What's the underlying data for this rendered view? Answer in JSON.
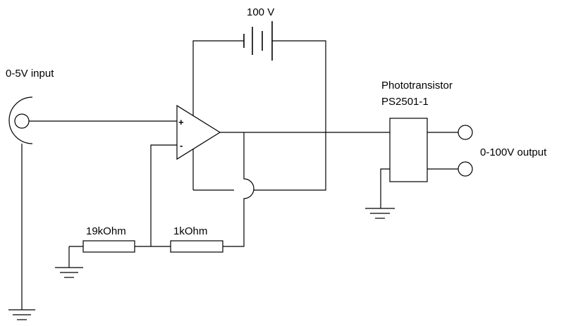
{
  "labels": {
    "battery": "100 V",
    "input": "0-5V input",
    "component_name": "Phototransistor",
    "component_part": "PS2501-1",
    "output": "0-100V output",
    "resistor_1": "19kOhm",
    "resistor_2": "1kOhm",
    "plus": "+",
    "minus": "-"
  }
}
